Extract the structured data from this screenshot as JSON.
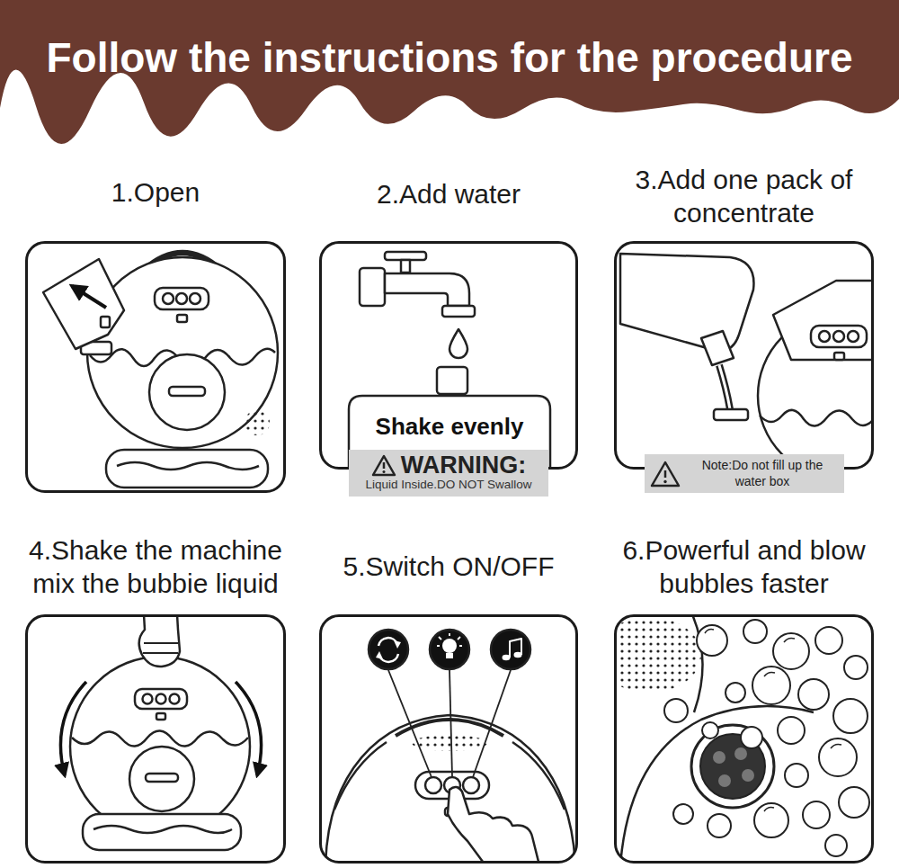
{
  "diagram": {
    "title": "Follow the instructions for the procedure",
    "nodes": [
      {
        "text": [
          "1.Open"
        ]
      },
      {
        "text": [
          "2.Add water"
        ]
      },
      {
        "text": [
          "WARNING:",
          "Liquid Inside.DO NOT Swallow"
        ],
        "in": 1
      },
      {
        "text": [
          "3.Add one pack of concentrate"
        ]
      },
      {
        "text": [
          "Note:Do not fill up the water box"
        ],
        "in": 3
      },
      {
        "text": [
          "4.Shake the machine mix the bubbie liquid"
        ]
      },
      {
        "text": [
          "5.Switch ON/OFF"
        ]
      },
      {
        "text": [
          "6.Powerful and blow bubbles faster"
        ]
      }
    ],
    "labels": [
      "Shake evenly"
    ]
  }
}
